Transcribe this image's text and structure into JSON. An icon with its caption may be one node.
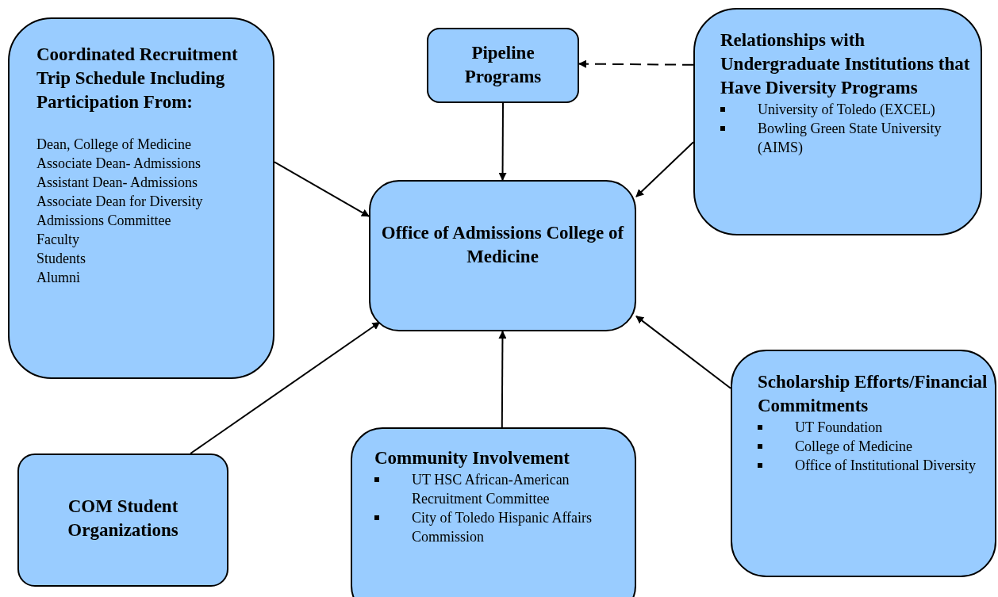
{
  "diagram": {
    "nodes": [
      {
        "text": [
          "Coordinated Recruitment Trip Schedule Including Participation From:",
          "Dean, College of Medicine",
          "Associate Dean- Admissions",
          "Assistant Dean- Admissions",
          "Associate Dean for Diversity",
          "Admissions Committee",
          "Faculty",
          "Students",
          "Alumni"
        ]
      },
      {
        "text": [
          "Pipeline Programs"
        ]
      },
      {
        "text": [
          "Relationships with Undergraduate Institutions that Have Diversity Programs",
          "University of Toledo (EXCEL)",
          "Bowling Green State University (AIMS)"
        ]
      },
      {
        "text": [
          "Office of Admissions College of Medicine"
        ]
      },
      {
        "text": [
          "COM Student Organizations"
        ]
      },
      {
        "text": [
          "Community Involvement",
          "UT HSC African-American Recruitment Committee",
          "City of Toledo Hispanic Affairs Commission"
        ]
      },
      {
        "text": [
          "Scholarship Efforts/Financial Commitments",
          "UT Foundation",
          "College of Medicine",
          "Office of Institutional Diversity"
        ]
      }
    ],
    "edges": [
      {
        "from": 0,
        "to": 3,
        "arrow": "to"
      },
      {
        "from": 1,
        "to": 3,
        "arrow": "to"
      },
      {
        "from": 2,
        "to": 1,
        "arrow": "to",
        "style": "dashed"
      },
      {
        "from": 2,
        "to": 3,
        "arrow": "to"
      },
      {
        "from": 4,
        "to": 3,
        "arrow": "to"
      },
      {
        "from": 5,
        "to": 3,
        "arrow": "to"
      },
      {
        "from": 6,
        "to": 3,
        "arrow": "to"
      }
    ]
  }
}
